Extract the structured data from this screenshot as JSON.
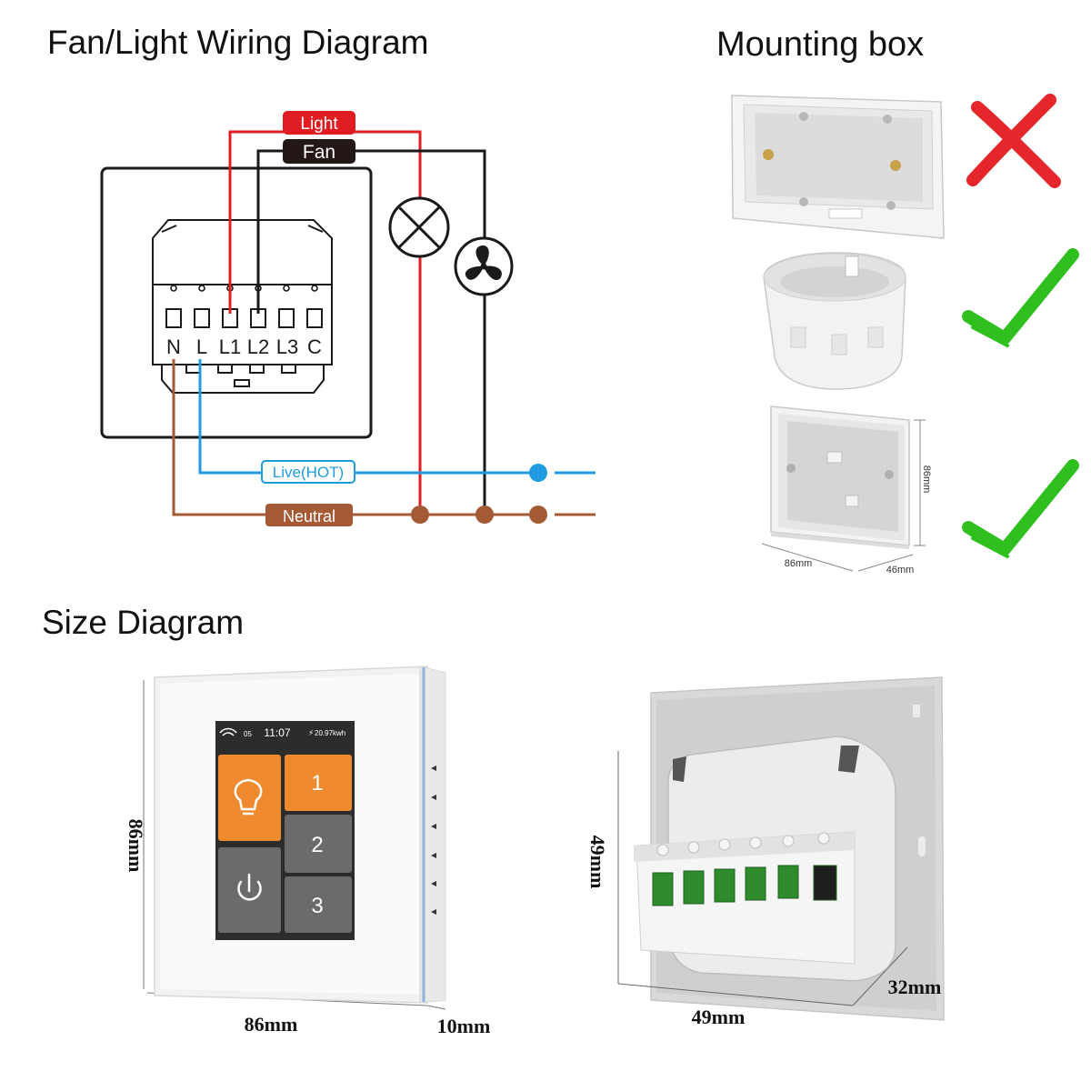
{
  "wiring": {
    "title": "Fan/Light Wiring Diagram",
    "terminals": [
      "N",
      "L",
      "L1",
      "L2",
      "L3",
      "C"
    ],
    "light_label": "Light",
    "fan_label": "Fan",
    "live_label": "Live(HOT)",
    "neutral_label": "Neutral",
    "colors": {
      "light": "#e01d23",
      "fan": "#1a1a1a",
      "live": "#1f9be0",
      "neutral": "#a55a36"
    }
  },
  "mounting": {
    "title": "Mounting box",
    "boxes": [
      {
        "kind": "rectangular-flat",
        "verdict": "cross-icon"
      },
      {
        "kind": "round",
        "verdict": "check-icon"
      },
      {
        "kind": "square-86",
        "verdict": "check-icon",
        "dim_height": "86mm",
        "dim_width": "86mm",
        "dim_depth": "46mm"
      }
    ]
  },
  "size": {
    "title": "Size Diagram",
    "front": {
      "height": "86mm",
      "width": "86mm",
      "depth": "10mm",
      "status_time": "11:07",
      "status_energy": "20.97kwh",
      "status_small": "05",
      "buttons": [
        "1",
        "2",
        "3"
      ]
    },
    "module": {
      "height": "49mm",
      "width": "49mm",
      "depth": "32mm"
    }
  }
}
